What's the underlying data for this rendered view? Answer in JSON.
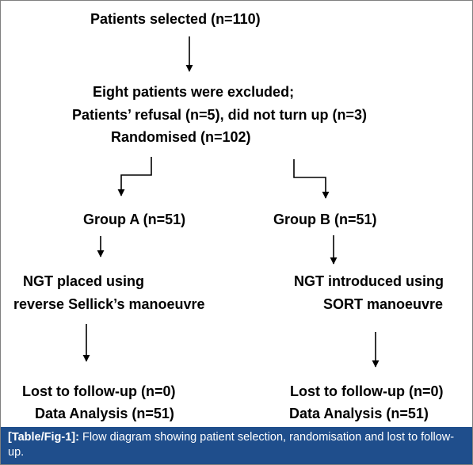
{
  "nodes": {
    "selected": "Patients selected (n=110)",
    "excluded_line1": "Eight patients were excluded;",
    "excluded_line2": "Patients’ refusal (n=5), did not turn up (n=3)",
    "randomised": "Randomised (n=102)",
    "group_a": "Group A (n=51)",
    "group_b": "Group B (n=51)",
    "a_method_line1": "NGT placed using",
    "a_method_line2": "reverse Sellick’s manoeuvre",
    "b_method_line1": "NGT introduced using",
    "b_method_line2": "SORT manoeuvre",
    "a_lost": "Lost to follow-up (n=0)",
    "a_analysis": "Data Analysis (n=51)",
    "b_lost": "Lost to follow-up (n=0)",
    "b_analysis": "Data Analysis (n=51)"
  },
  "caption": {
    "label": "[Table/Fig-1]:",
    "text": " Flow diagram showing patient selection, randomisation and lost to follow-up."
  },
  "colors": {
    "caption_background": "#1f4e8c",
    "caption_text": "#ffffff",
    "border": "#7f7f7f"
  }
}
